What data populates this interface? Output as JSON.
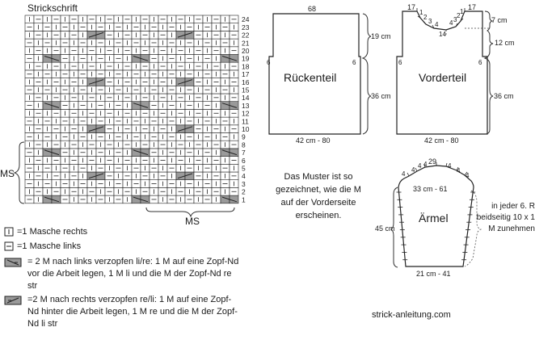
{
  "chart": {
    "title": "Strickschrift",
    "rows": 24,
    "cols": 24,
    "row_numbers": [
      "1",
      "2",
      "3",
      "4",
      "5",
      "6",
      "7",
      "8",
      "9",
      "10",
      "11",
      "12",
      "13",
      "14",
      "15",
      "16",
      "17",
      "18",
      "19",
      "20",
      "21",
      "22",
      "23",
      "24"
    ],
    "cable_left_rows": [
      1,
      7,
      13,
      19
    ],
    "cable_right_rows": [
      4,
      10,
      16,
      22
    ],
    "ms_side_label": "MS",
    "ms_bottom_label": "MS"
  },
  "legend": {
    "knit": "=1 Masche rechts",
    "purl": "=1 Masche links",
    "cable_left": "= 2 M nach links verzopfen li/re: 1 M auf eine Zopf-Nd vor die Arbeit legen, 1 M li und die M der Zopf-Nd re str",
    "cable_right": "=2 M nach rechts verzopfen re/li: 1 M auf eine Zopf-Nd hinter die Arbeit legen, 1 M re und die M der Zopf-Nd li str"
  },
  "back": {
    "title": "Rückenteil",
    "top_width": "68",
    "shoulder": "6",
    "upper_height": "19 cm",
    "lower_height": "36 cm",
    "bottom_width": "42 cm - 80"
  },
  "front": {
    "title": "Vorderteil",
    "shoulder_left": "17",
    "shoulder_right": "17",
    "neck_counts": [
      "1",
      "2",
      "3",
      "4",
      "4",
      "3",
      "2",
      "1"
    ],
    "neck_center": "14",
    "neck_depth": "7 cm",
    "upper_height": "12 cm",
    "lower_height": "36 cm",
    "side_left": "6",
    "side_right": "6",
    "bottom_width": "42 cm - 80"
  },
  "sleeve": {
    "title": "Ärmel",
    "top_center": "29",
    "cap_counts_left": [
      "4",
      "4",
      "4",
      "4"
    ],
    "cap_counts_right": [
      "4",
      "4",
      "4"
    ],
    "top_width": "33 cm - 61",
    "height": "45 cm",
    "bottom_width": "21 cm - 41",
    "increase_note": "in jeder 6. R beidseitig 10 x 1 M zunehmen"
  },
  "note": "Das Muster ist so gezeichnet, wie die M auf der Vorderseite erscheinen.",
  "source": "strick-anleitung.com"
}
